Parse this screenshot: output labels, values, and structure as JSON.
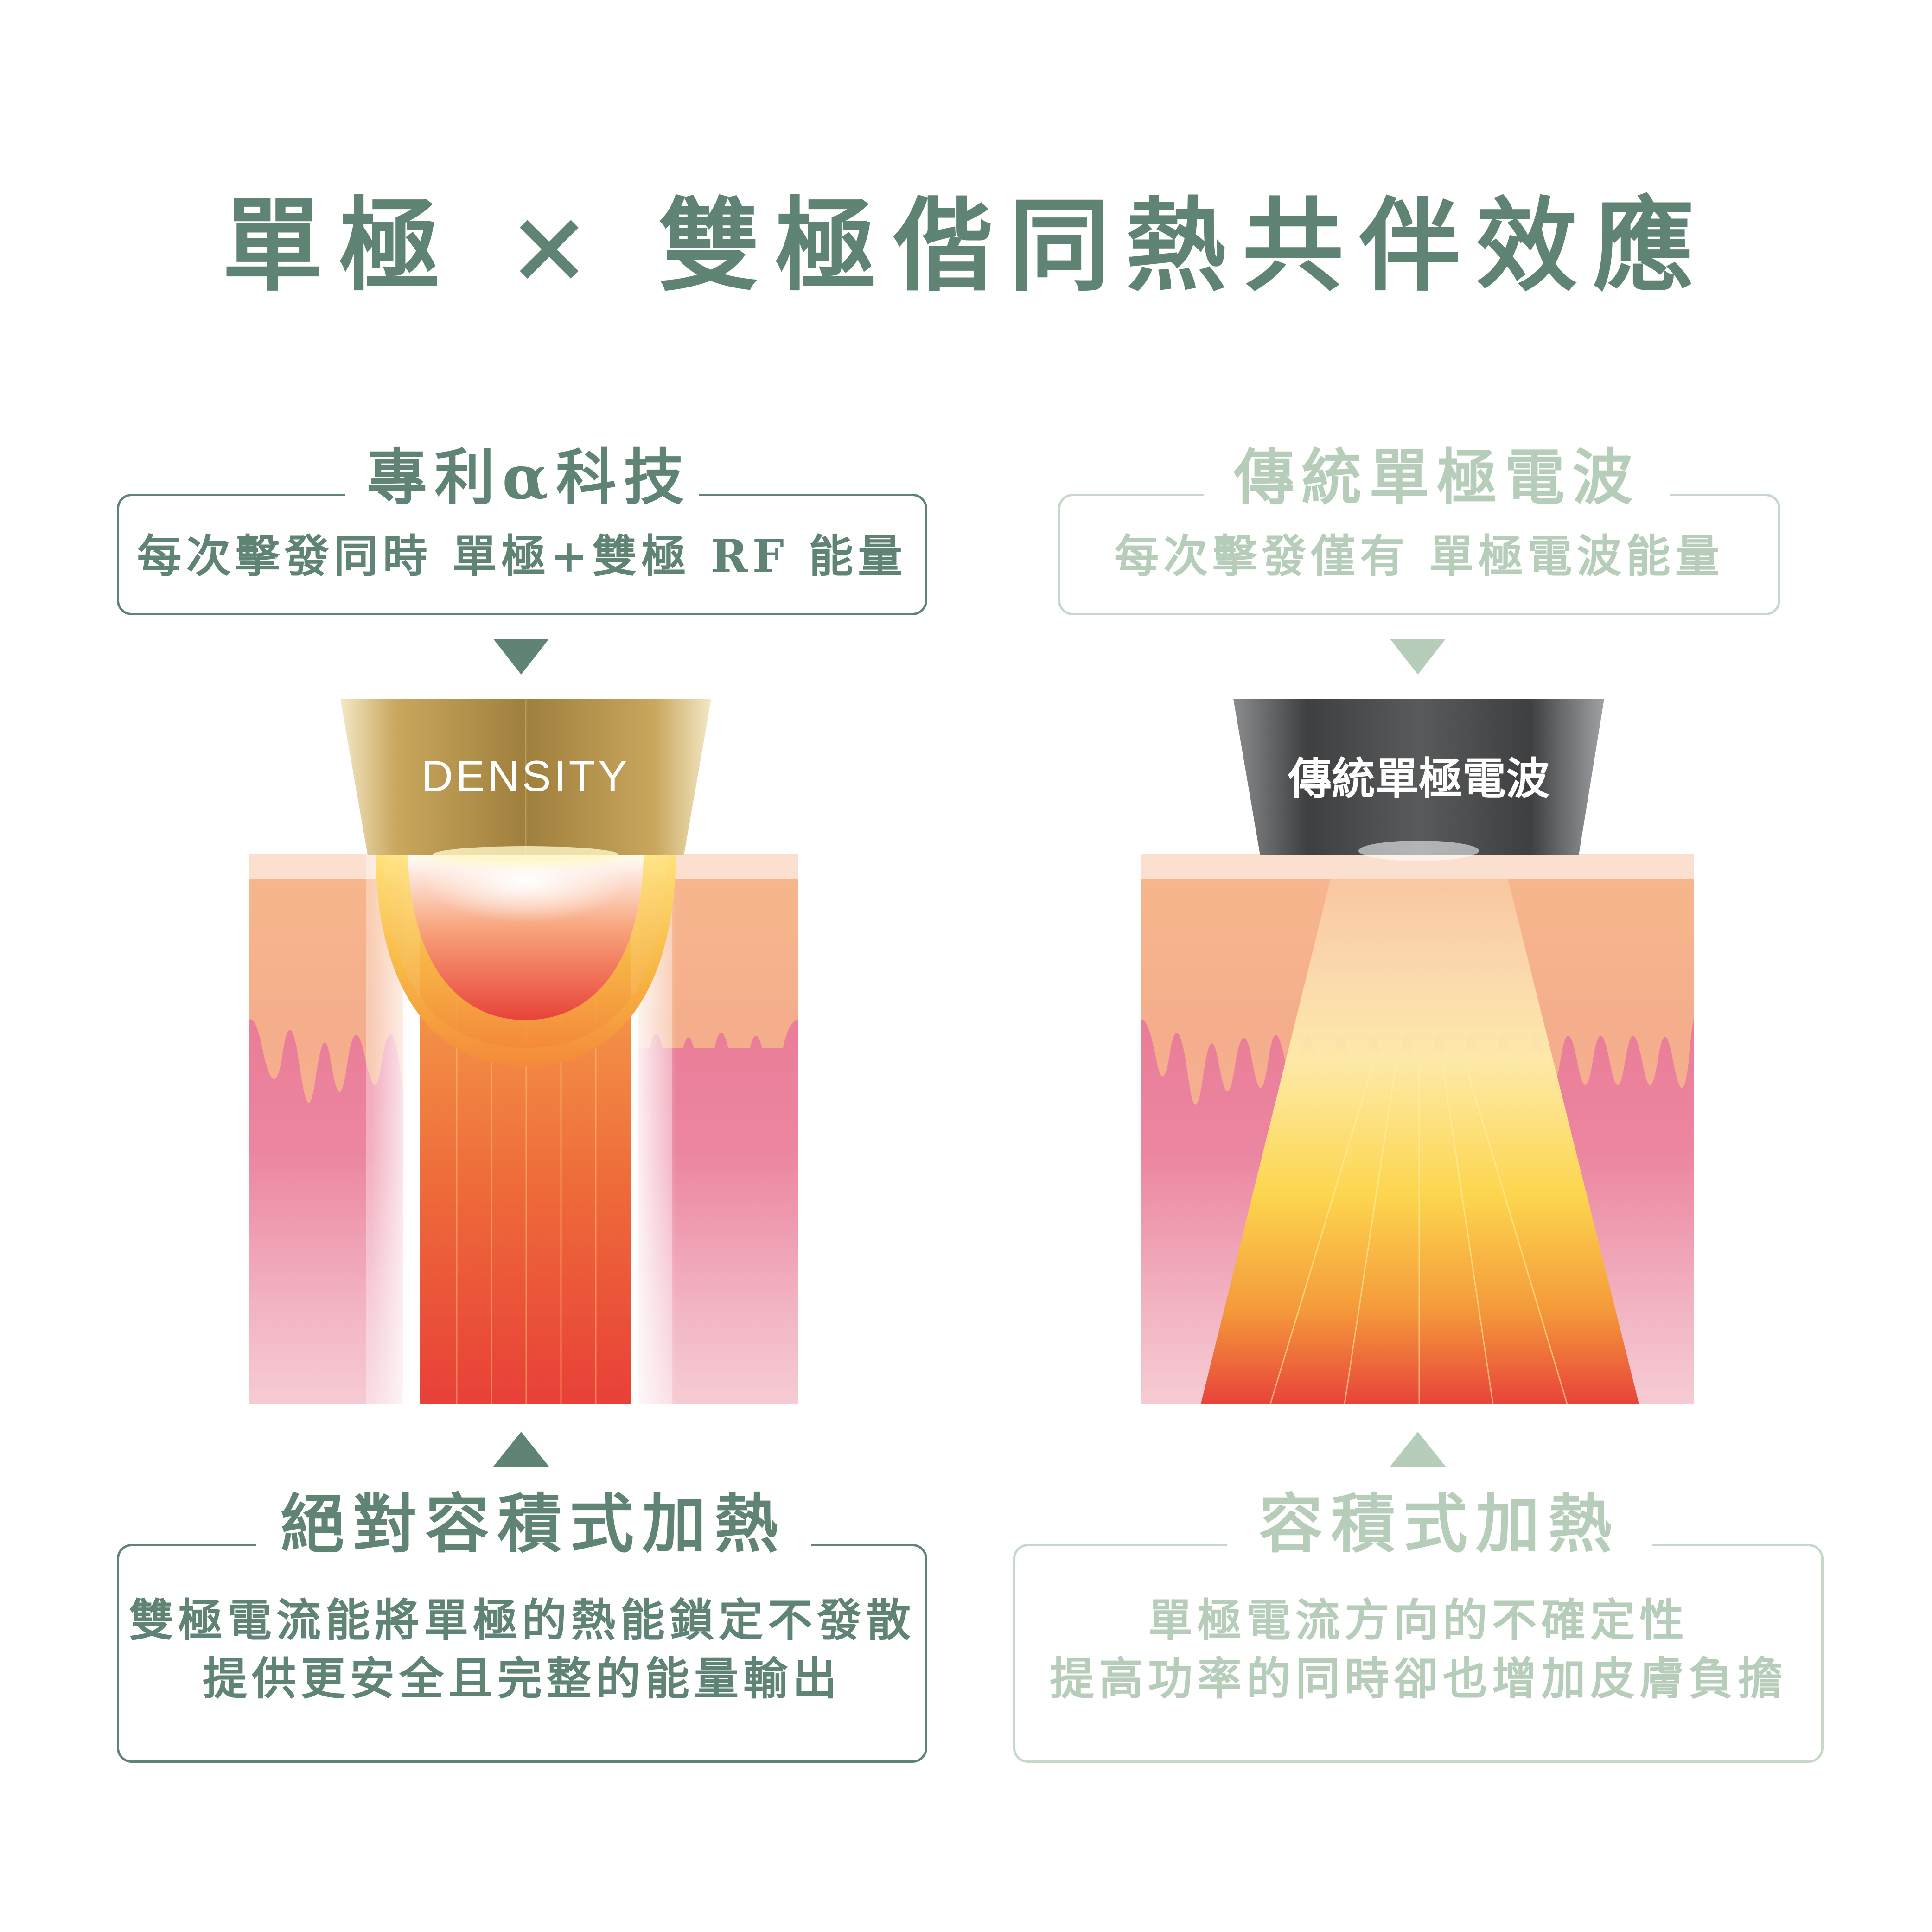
{
  "title": "單極 × 雙極偕同熱共伴效應",
  "left": {
    "tech_label": "專利α科技",
    "tech_desc": "每次擊發同時 單極+雙極 RF 能量",
    "device_label": "DENSITY",
    "result_label": "絕對容積式加熱",
    "result_desc": [
      "雙極電流能將單極的熱能鎖定不發散",
      "提供更安全且完整的能量輸出"
    ]
  },
  "right": {
    "tech_label": "傳統單極電波",
    "tech_desc": "每次擊發僅有 單極電波能量",
    "device_label": "傳統單極電波",
    "result_label": "容積式加熱",
    "result_desc": [
      "單極電流方向的不確定性",
      "提高功率的同時卻也增加皮膚負擔"
    ]
  },
  "colors": {
    "accent": "#5f8474",
    "accent_pale": "#b5cdb9",
    "gold": "#b09352",
    "dark_device": "#4a4a4c",
    "heat_red": "#e8423a",
    "heat_yellow": "#fddc56",
    "skin_top": "#f7b78c",
    "skin_pink": "#ea7f9a"
  }
}
